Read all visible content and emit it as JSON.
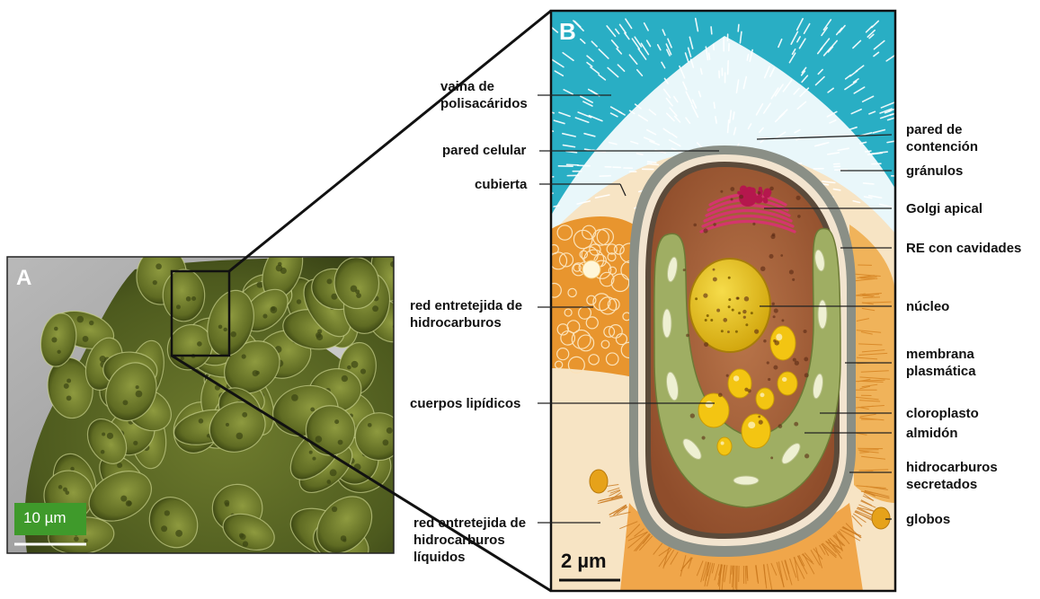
{
  "panels": {
    "a": {
      "letter": "A",
      "scale_label": "10 µm"
    },
    "b": {
      "letter": "B",
      "scale_label": "2 µm"
    }
  },
  "labels_left": {
    "vaina": "vaina de\npolisacáridos",
    "pared_celular": "pared celular",
    "cubierta": "cubierta",
    "red_hidro": "red entretejida de\nhidrocarburos",
    "cuerpos": "cuerpos lipídicos",
    "red_liquidos": "red entretejida de\nhidrocarburos\nlíquidos"
  },
  "labels_right": {
    "pared_contencion": "pared de\ncontención",
    "granulos": "gránulos",
    "golgi": "Golgi apical",
    "re": "RE con cavidades",
    "nucleo": "núcleo",
    "membrana": "membrana\nplasmática",
    "cloroplasto": "cloroplasto",
    "almidon": "almidón",
    "hidro_secretados": "hidrocarburos\nsecretados",
    "globos": "globos"
  },
  "colors": {
    "sheath_bg": "#29aec4",
    "sheath_fibers": "#ffffff",
    "outer_orange": "#e8952e",
    "cream": "#f7e4c4",
    "cell_wall": "#8a8f86",
    "cytoplasm": "#a8623a",
    "chloroplast": "#9fae63",
    "nucleus": "#e9c21a",
    "golgi": "#b5174d",
    "lipid": "#f3c512",
    "micro_green": "#6b7a2a",
    "scale_box": "#3f9a2b"
  }
}
